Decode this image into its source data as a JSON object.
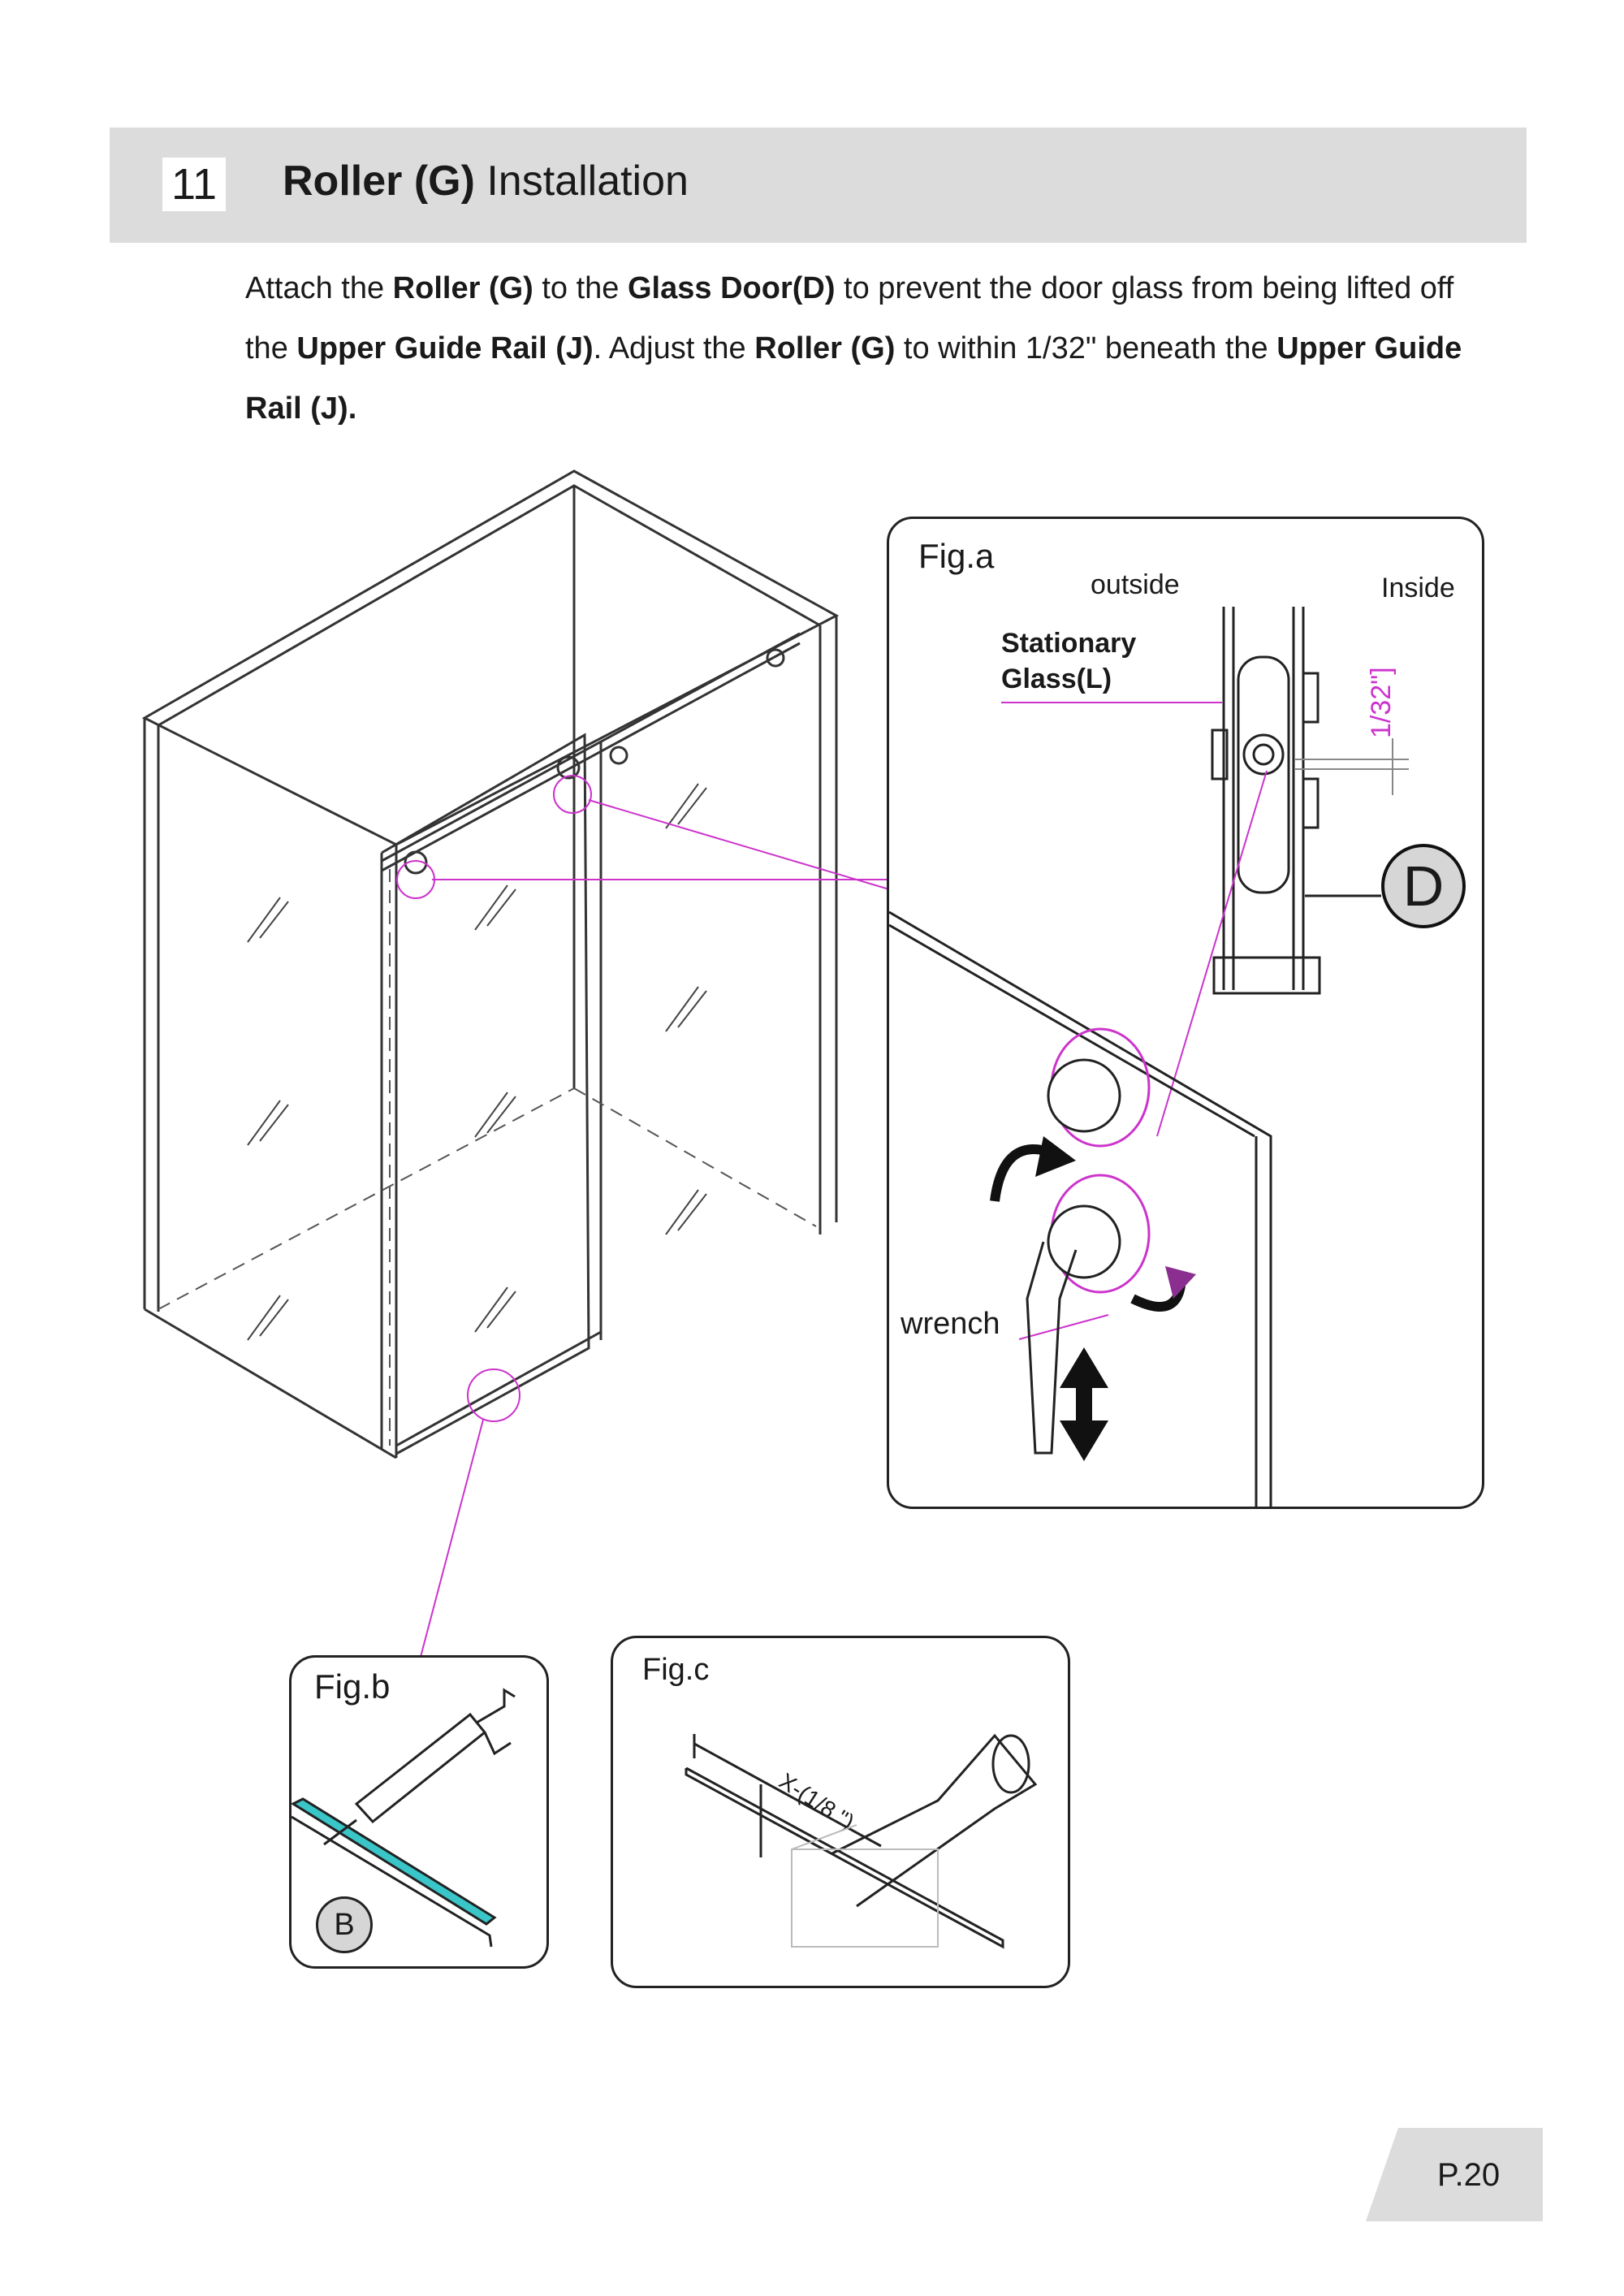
{
  "header": {
    "step_number": "11",
    "title_bold": "Roller (G)",
    "title_rest": " Installation"
  },
  "instructions": {
    "l1_a": "Attach the ",
    "l1_b": "Roller (G)",
    "l1_c": " to the ",
    "l1_d": "Glass Door(D)",
    "l1_e": " to prevent the door glass from being lifted off",
    "l2_a": "the ",
    "l2_b": "Upper Guide Rail (J)",
    "l2_c": ". Adjust the ",
    "l2_d": "Roller (G)",
    "l2_e": " to within 1/32\" beneath the ",
    "l2_f": "Upper Guide",
    "l3_a": "Rail (J)."
  },
  "fig_a": {
    "label": "Fig.a",
    "outside": "outside",
    "inside": "Inside",
    "stationary_1": "Stationary",
    "stationary_2": "Glass(L)",
    "gap": "1/32\"]",
    "door_letter": "D",
    "wrench": "wrench"
  },
  "fig_b": {
    "label": "Fig.b",
    "part_letter": "B"
  },
  "fig_c": {
    "label": "Fig.c",
    "cut_label": "X-(1/8 \")"
  },
  "footer": {
    "page": "P.20"
  },
  "colors": {
    "callout": "#cc33cc",
    "seal_strip": "#3ac6c8",
    "header_bg": "#dcdcdc"
  }
}
